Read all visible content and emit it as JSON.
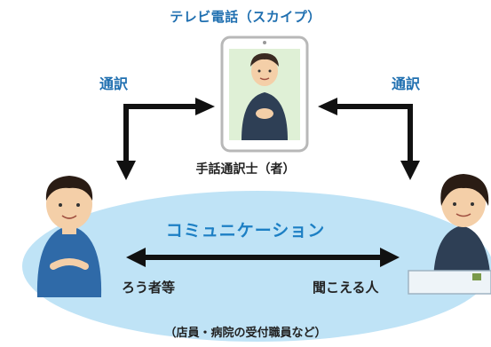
{
  "top_title": "テレビ電話（スカイプ）",
  "interpret_left": "通訳",
  "interpret_right": "通訳",
  "interpreter": "手話通訳士（者）",
  "communication": "コミュニケーション",
  "deaf_person": "ろう者等",
  "hearing_person": "聞こえる人",
  "footnote": "（店員・病院の受付職員など）",
  "colors": {
    "label_blue": "#1f6fb0",
    "ellipse_fill": "#bfe3f6",
    "arrow": "#111111",
    "tablet_frame": "#b8b8b8"
  }
}
